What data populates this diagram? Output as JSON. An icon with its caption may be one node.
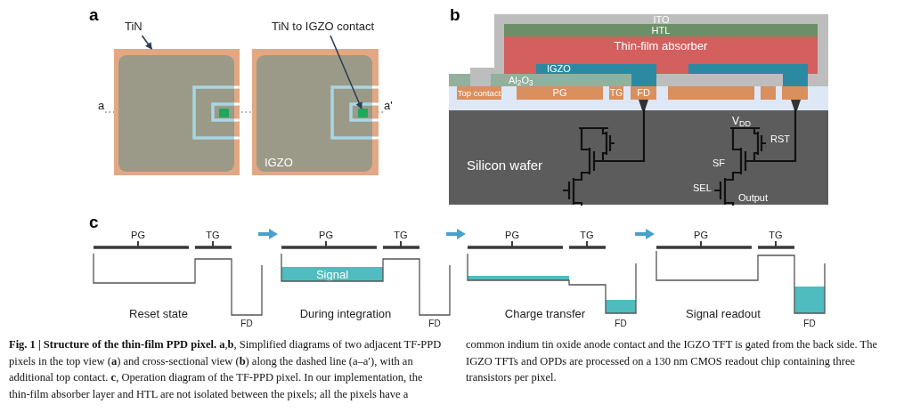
{
  "diagram": {
    "caption": "**Fig. 1 | Structure of the thin-film PPD pixel. a**,**b**, Simplified diagrams of two adjacent TF-PPD pixels in the top view (**a**) and cross-sectional view (**b**) along the dashed line (a–a′), with an additional top contact. **c**, Operation diagram of the TF-PPD pixel. In our implementation, the thin-film absorber layer and HTL are not isolated between the pixels; all the pixels have a common indium tin oxide anode contact and the IGZO TFT is gated from the back side. The IGZO TFTs and OPDs are processed on a 130 nm CMOS readout chip containing three transistors per pixel.",
    "nodes": [
      {
        "text": [
          "TiN"
        ]
      },
      {
        "text": [],
        "shape": "box"
      },
      {
        "text": [],
        "shape": "box",
        "in": 1
      },
      {
        "text": [
          "TiN to IGZO contact"
        ]
      },
      {
        "text": [
          "IGZO"
        ]
      },
      {
        "text": [],
        "shape": "box",
        "in": 4
      },
      {
        "text": [
          "ITO"
        ]
      },
      {
        "text": [
          "HTL"
        ],
        "in": 6
      },
      {
        "text": [
          "Thin-film absorber"
        ],
        "in": 6
      },
      {
        "text": [
          "IGZO"
        ],
        "in": 6
      },
      {
        "text": [],
        "shape": "box",
        "in": 6
      },
      {
        "text": [
          "Al$_{2}$O$_{3}$"
        ],
        "in": 6
      },
      {
        "text": [
          "Top contact"
        ]
      },
      {
        "text": [
          "PG"
        ]
      },
      {
        "text": [
          "TG"
        ]
      },
      {
        "text": [
          "FD"
        ]
      },
      {
        "text": [],
        "shape": "box"
      },
      {
        "text": [],
        "shape": "box"
      },
      {
        "text": [],
        "shape": "box"
      },
      {
        "text": [
          "Silicon wafer"
        ]
      },
      {
        "text": [
          "Signal"
        ]
      }
    ],
    "edges": [
      {
        "from": 0,
        "to": 1,
        "arrow": "to"
      },
      {
        "from": 3,
        "to": 5,
        "arrow": "to"
      }
    ],
    "labels": [
      "a",
      "b",
      "a",
      "a'",
      "V$_{DD}$",
      "RST",
      "SF",
      "SEL",
      "Output",
      "c",
      "PG",
      "TG",
      "Reset state",
      "FD",
      "PG",
      "TG",
      "During integration",
      "FD",
      "PG",
      "TG",
      "Charge transfer",
      "FD",
      "PG",
      "TG",
      "Signal readout",
      "FD"
    ]
  }
}
